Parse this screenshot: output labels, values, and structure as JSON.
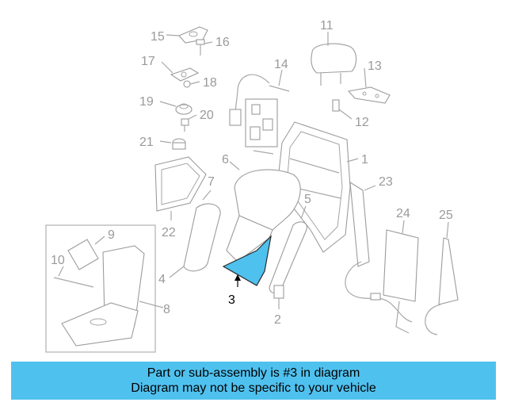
{
  "diagram": {
    "callouts": [
      "15",
      "16",
      "17",
      "18",
      "19",
      "20",
      "21",
      "14",
      "11",
      "13",
      "12",
      "1",
      "6",
      "7",
      "22",
      "23",
      "24",
      "25",
      "5",
      "9",
      "10",
      "4",
      "3",
      "8",
      "2"
    ],
    "highlighted_part": "3",
    "highlight_color": "#4fc1ef"
  },
  "footer": {
    "line1": "Part or sub-assembly is #3 in diagram",
    "line2": "Diagram may not be specific to your vehicle",
    "background": "#4fc1ef"
  }
}
